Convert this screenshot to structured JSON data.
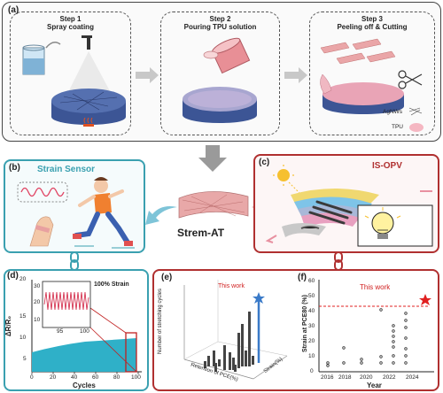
{
  "panel_a": {
    "label": "(a)",
    "steps": [
      {
        "title": "Step 1",
        "subtitle": "Spray coating"
      },
      {
        "title": "Step 2",
        "subtitle": "Pouring TPU solution"
      },
      {
        "title": "Step 3",
        "subtitle": "Peeling off & Cutting"
      }
    ],
    "legend": {
      "agnws": "AgNWs",
      "tpu": "TPU"
    }
  },
  "panel_b": {
    "label": "(b)",
    "title": "Strain Sensor"
  },
  "panel_c": {
    "label": "(c)",
    "title": "IS-OPV"
  },
  "center_label": "Strem-AT",
  "colors": {
    "teal": "#3aa0b0",
    "red": "#b03030",
    "film": "#e8a8a8",
    "disk": "#5570b0"
  },
  "panel_d": {
    "label": "(d)",
    "inset_label": "100% Strain",
    "inset_ticks": [
      "95",
      "100"
    ],
    "ylabel": "ΔR/R₀",
    "xlabel": "Cycles",
    "xticks": [
      "0",
      "20",
      "40",
      "60",
      "80",
      "100"
    ],
    "yticks": [
      "5",
      "10",
      "15",
      "20"
    ],
    "inset_yticks": [
      "10",
      "20",
      "30"
    ]
  },
  "panel_e": {
    "label": "(e)",
    "annotation": "This work",
    "zlabel": "Number of stretching cycles",
    "xlabel": "Retention of PCE(%)",
    "ylabel": "Strain(%)"
  },
  "panel_f": {
    "label": "(f)",
    "annotation": "This work",
    "ylabel": "Strain at PCE80 (%)",
    "xlabel": "Year",
    "xticks": [
      "2016",
      "2018",
      "2020",
      "2022",
      "2024"
    ],
    "yticks": [
      "0",
      "10",
      "20",
      "30",
      "40",
      "50",
      "60"
    ]
  }
}
